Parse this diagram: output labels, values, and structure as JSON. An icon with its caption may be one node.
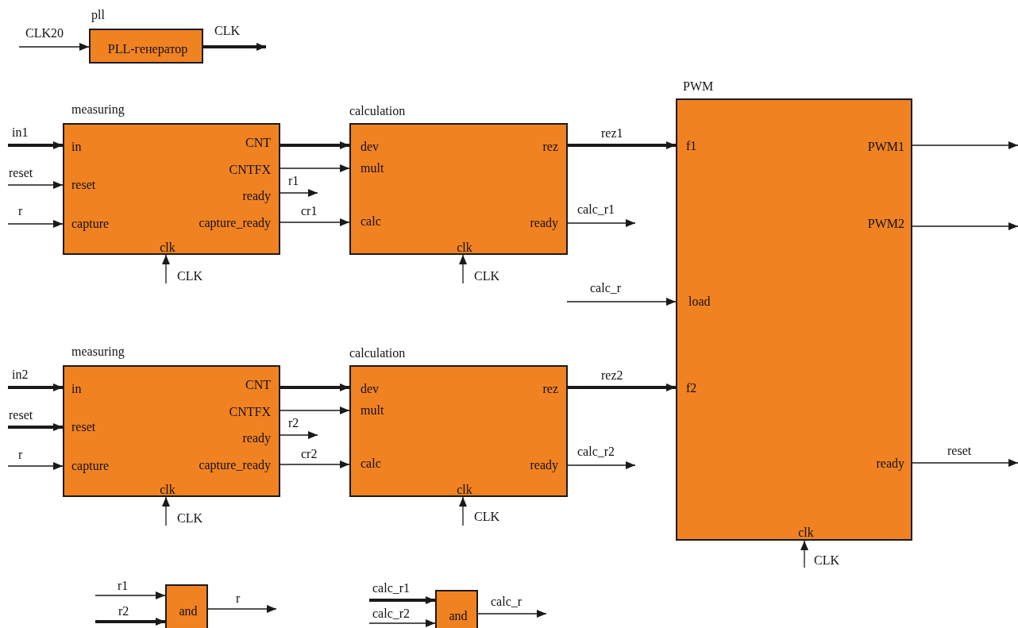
{
  "diagram": {
    "nodes": [
      {
        "text": [
          "pll",
          "PLL-генератор"
        ]
      },
      {
        "text": [
          "measuring",
          "in",
          "reset",
          "capture",
          "clk",
          "CNT",
          "CNTFX",
          "ready",
          "capture_ready"
        ]
      },
      {
        "text": [
          "calculation",
          "dev",
          "mult",
          "calc",
          "clk",
          "rez",
          "ready"
        ]
      },
      {
        "text": [
          "PWM",
          "f1",
          "load",
          "f2",
          "clk",
          "PWM1",
          "PWM2",
          "ready"
        ]
      },
      {
        "text": [
          "measuring",
          "in",
          "reset",
          "capture",
          "clk",
          "CNT",
          "CNTFX",
          "ready",
          "capture_ready"
        ]
      },
      {
        "text": [
          "calculation",
          "dev",
          "mult",
          "calc",
          "clk",
          "rez",
          "ready"
        ]
      },
      {
        "text": [
          "and"
        ]
      },
      {
        "text": [
          "and"
        ]
      }
    ],
    "edges": [
      {
        "from": null,
        "to": 0,
        "arrow": "to",
        "label": "CLK20"
      },
      {
        "from": 0,
        "to": null,
        "arrow": "to",
        "label": "CLK",
        "style": "thick"
      },
      {
        "from": null,
        "to": 1,
        "arrow": "to",
        "label": "in1",
        "style": "thick"
      },
      {
        "from": null,
        "to": 1,
        "arrow": "to",
        "label": "reset"
      },
      {
        "from": null,
        "to": 1,
        "arrow": "to",
        "label": "r"
      },
      {
        "from": null,
        "to": 1,
        "arrow": "to",
        "label": "CLK"
      },
      {
        "from": 1,
        "to": 2,
        "arrow": "to",
        "style": "thick"
      },
      {
        "from": 1,
        "to": 2,
        "arrow": "to"
      },
      {
        "from": 1,
        "to": null,
        "arrow": "to",
        "label": "r1"
      },
      {
        "from": 1,
        "to": 2,
        "arrow": "to",
        "label": "cr1"
      },
      {
        "from": null,
        "to": 2,
        "arrow": "to",
        "label": "CLK"
      },
      {
        "from": 2,
        "to": 3,
        "arrow": "to",
        "label": "rez1",
        "style": "thick"
      },
      {
        "from": 2,
        "to": null,
        "arrow": "to",
        "label": "calc_r1"
      },
      {
        "from": null,
        "to": 3,
        "arrow": "to",
        "label": "calc_r"
      },
      {
        "from": 3,
        "to": null,
        "arrow": "to"
      },
      {
        "from": 3,
        "to": null,
        "arrow": "to"
      },
      {
        "from": null,
        "to": 4,
        "arrow": "to",
        "label": "in2",
        "style": "thick"
      },
      {
        "from": null,
        "to": 4,
        "arrow": "to",
        "label": "reset",
        "style": "thick"
      },
      {
        "from": null,
        "to": 4,
        "arrow": "to",
        "label": "r"
      },
      {
        "from": null,
        "to": 4,
        "arrow": "to",
        "label": "CLK"
      },
      {
        "from": 4,
        "to": 5,
        "arrow": "to",
        "style": "thick"
      },
      {
        "from": 4,
        "to": 5,
        "arrow": "to"
      },
      {
        "from": 4,
        "to": null,
        "arrow": "to",
        "label": "r2"
      },
      {
        "from": 4,
        "to": 5,
        "arrow": "to",
        "label": "cr2"
      },
      {
        "from": null,
        "to": 5,
        "arrow": "to",
        "label": "CLK"
      },
      {
        "from": 5,
        "to": 3,
        "arrow": "to",
        "label": "rez2",
        "style": "thick"
      },
      {
        "from": 5,
        "to": null,
        "arrow": "to",
        "label": "calc_r2"
      },
      {
        "from": 3,
        "to": null,
        "arrow": "to",
        "label": "reset"
      },
      {
        "from": null,
        "to": 3,
        "arrow": "to",
        "label": "CLK"
      },
      {
        "from": null,
        "to": 6,
        "arrow": "to",
        "label": "r1"
      },
      {
        "from": null,
        "to": 6,
        "arrow": "to",
        "label": "r2",
        "style": "thick"
      },
      {
        "from": 6,
        "to": null,
        "arrow": "to",
        "label": "r"
      },
      {
        "from": null,
        "to": 7,
        "arrow": "to",
        "label": "calc_r1",
        "style": "thick"
      },
      {
        "from": null,
        "to": 7,
        "arrow": "to",
        "label": "calc_r2"
      },
      {
        "from": 7,
        "to": null,
        "arrow": "to",
        "label": "calc_r"
      }
    ]
  }
}
